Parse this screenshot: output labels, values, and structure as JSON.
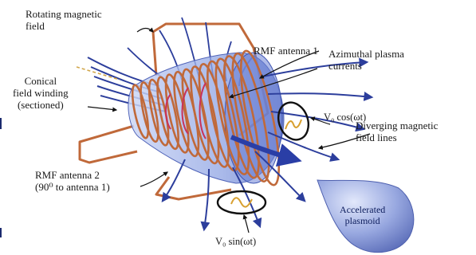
{
  "labels": {
    "rotating_field": [
      "Rotating magnetic",
      "field"
    ],
    "rmf_antenna_1": "RMF antenna 1",
    "azimuthal_currents": [
      "Azimuthal plasma",
      "currents"
    ],
    "conical_winding": [
      "Conical",
      "field winding",
      "(sectioned)"
    ],
    "vcos": "V₀ cos(ωt)",
    "diverging_lines": [
      "Diverging magnetic",
      "field lines"
    ],
    "rmf_antenna_2": [
      "RMF antenna 2",
      "(90⁰ to antenna 1)"
    ],
    "vsin": "V₀ sin(ωt)",
    "plasmoid": [
      "Accelerated",
      "plasmoid"
    ]
  },
  "colors": {
    "copper": "#c0693a",
    "field_line": "#2c3e9c",
    "plasma": "#7f96e0",
    "plasmoid": "#8a9bdc",
    "current": "#c8325a"
  }
}
